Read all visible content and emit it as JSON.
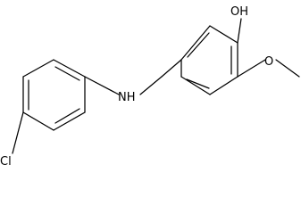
{
  "molecule": {
    "labels": {
      "hydroxyl": "OH",
      "amine": "NH",
      "methoxy_oxygen": "O",
      "chloro": "Cl"
    }
  }
}
